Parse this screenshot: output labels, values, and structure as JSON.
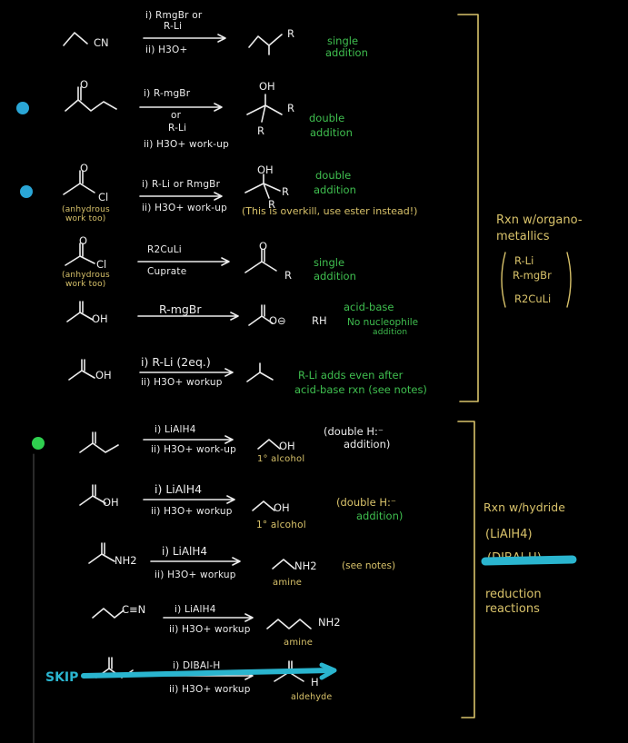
{
  "colors": {
    "ink": "#ececec",
    "green": "#3fbf4f",
    "gold": "#d8c26a",
    "blue_dot": "#2aa6d6",
    "green_dot": "#2fcf4f",
    "highlight": "#2ab5cf"
  },
  "rows": [
    {
      "substrate": "CN",
      "reagents": [
        "i) RmgBr or",
        "R-Li",
        "ii) H3O+"
      ],
      "product_sub": [
        "R"
      ],
      "result": [
        "single",
        "addition"
      ]
    },
    {
      "substrate": "",
      "reagents": [
        "i) R-mgBr",
        "or",
        "R-Li",
        "ii) H3O+ work-up"
      ],
      "product_sub": [
        "OH",
        "R",
        "R"
      ],
      "result": [
        "double",
        "addition"
      ]
    },
    {
      "substrate": "Cl",
      "substrate_note": [
        "(anhydrous",
        "work too)"
      ],
      "reagents": [
        "i) R-Li or RmgBr",
        "ii) H3O+ work-up"
      ],
      "product_sub": [
        "OH",
        "R",
        "R"
      ],
      "result": [
        "double",
        "addition"
      ],
      "note": "(This is overkill, use ester instead!)"
    },
    {
      "substrate": "Cl",
      "substrate_note": [
        "(anhydrous",
        "work too)"
      ],
      "reagents": [
        "R2CuLi",
        "Cuprate"
      ],
      "product_sub": [
        "R"
      ],
      "result": [
        "single",
        "addition"
      ]
    },
    {
      "substrate": "OH",
      "reagents": [
        "R-mgBr"
      ],
      "product_sub": [
        "O⊖",
        "RH"
      ],
      "result": [
        "acid-base",
        "No nucleophile",
        "addition"
      ]
    },
    {
      "substrate": "OH",
      "reagents": [
        "i) R-Li (2eq.)",
        "ii) H3O+ workup"
      ],
      "product_sub": [],
      "result": [
        "R-Li adds even after",
        "acid-base rxn (see notes)"
      ]
    },
    {
      "substrate": "",
      "reagents": [
        "i) LiAlH4",
        "ii) H3O+ work-up"
      ],
      "product_sub": [
        "OH",
        "1° alcohol"
      ],
      "result": [
        "(double H:⁻",
        "addition)"
      ]
    },
    {
      "substrate": "OH",
      "reagents": [
        "i) LiAlH4",
        "ii) H3O+ workup"
      ],
      "product_sub": [
        "OH",
        "1° alcohol"
      ],
      "result": [
        "(double H:⁻",
        "addition)"
      ]
    },
    {
      "substrate": "NH2",
      "reagents": [
        "i) LiAlH4",
        "ii) H3O+ workup"
      ],
      "product_sub": [
        "NH2",
        "amine"
      ],
      "result": [
        "(see notes)"
      ]
    },
    {
      "substrate": "C≡N",
      "reagents": [
        "i) LiAlH4",
        "ii) H3O+ workup"
      ],
      "product_sub": [
        "NH2",
        "amine"
      ],
      "result": []
    },
    {
      "substrate": "",
      "reagents": [
        "i) DIBAl-H",
        "ii) H3O+ workup"
      ],
      "product_sub": [
        "H",
        "aldehyde"
      ],
      "result": []
    }
  ],
  "sections": {
    "organometallics": {
      "title": [
        "Rxn w/organo-",
        "metallics"
      ],
      "list": [
        "R-Li",
        "R-mgBr",
        "R2CuLi"
      ]
    },
    "hydride": {
      "title": [
        "Rxn w/hydride",
        "(LiAlH4)"
      ],
      "struck": "(DIBAl-H)",
      "subtitle": [
        "reduction",
        "reactions"
      ]
    }
  },
  "skip_label": "SKIP"
}
